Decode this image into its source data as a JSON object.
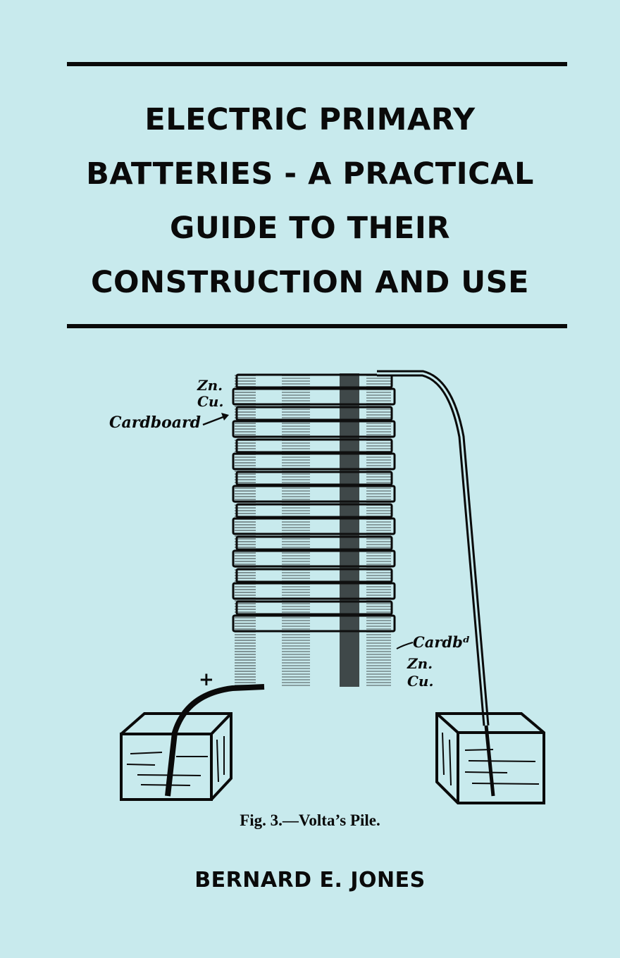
{
  "cover": {
    "background_color": "#c8eaed",
    "title_lines": [
      "ELECTRIC PRIMARY",
      "BATTERIES - A PRACTICAL",
      "GUIDE TO THEIR",
      "CONSTRUCTION AND USE"
    ],
    "illustration": {
      "labels": {
        "top_zn": "Zn.",
        "top_cu": "Cu.",
        "cardboard": "Cardboard",
        "bottom_cardboard": "Cardbᵈ",
        "bottom_zn": "Zn.",
        "bottom_cu": "Cu.",
        "plus": "+"
      },
      "caption": "Fig. 3.—Volta’s Pile."
    },
    "author": "BERNARD E. JONES"
  }
}
